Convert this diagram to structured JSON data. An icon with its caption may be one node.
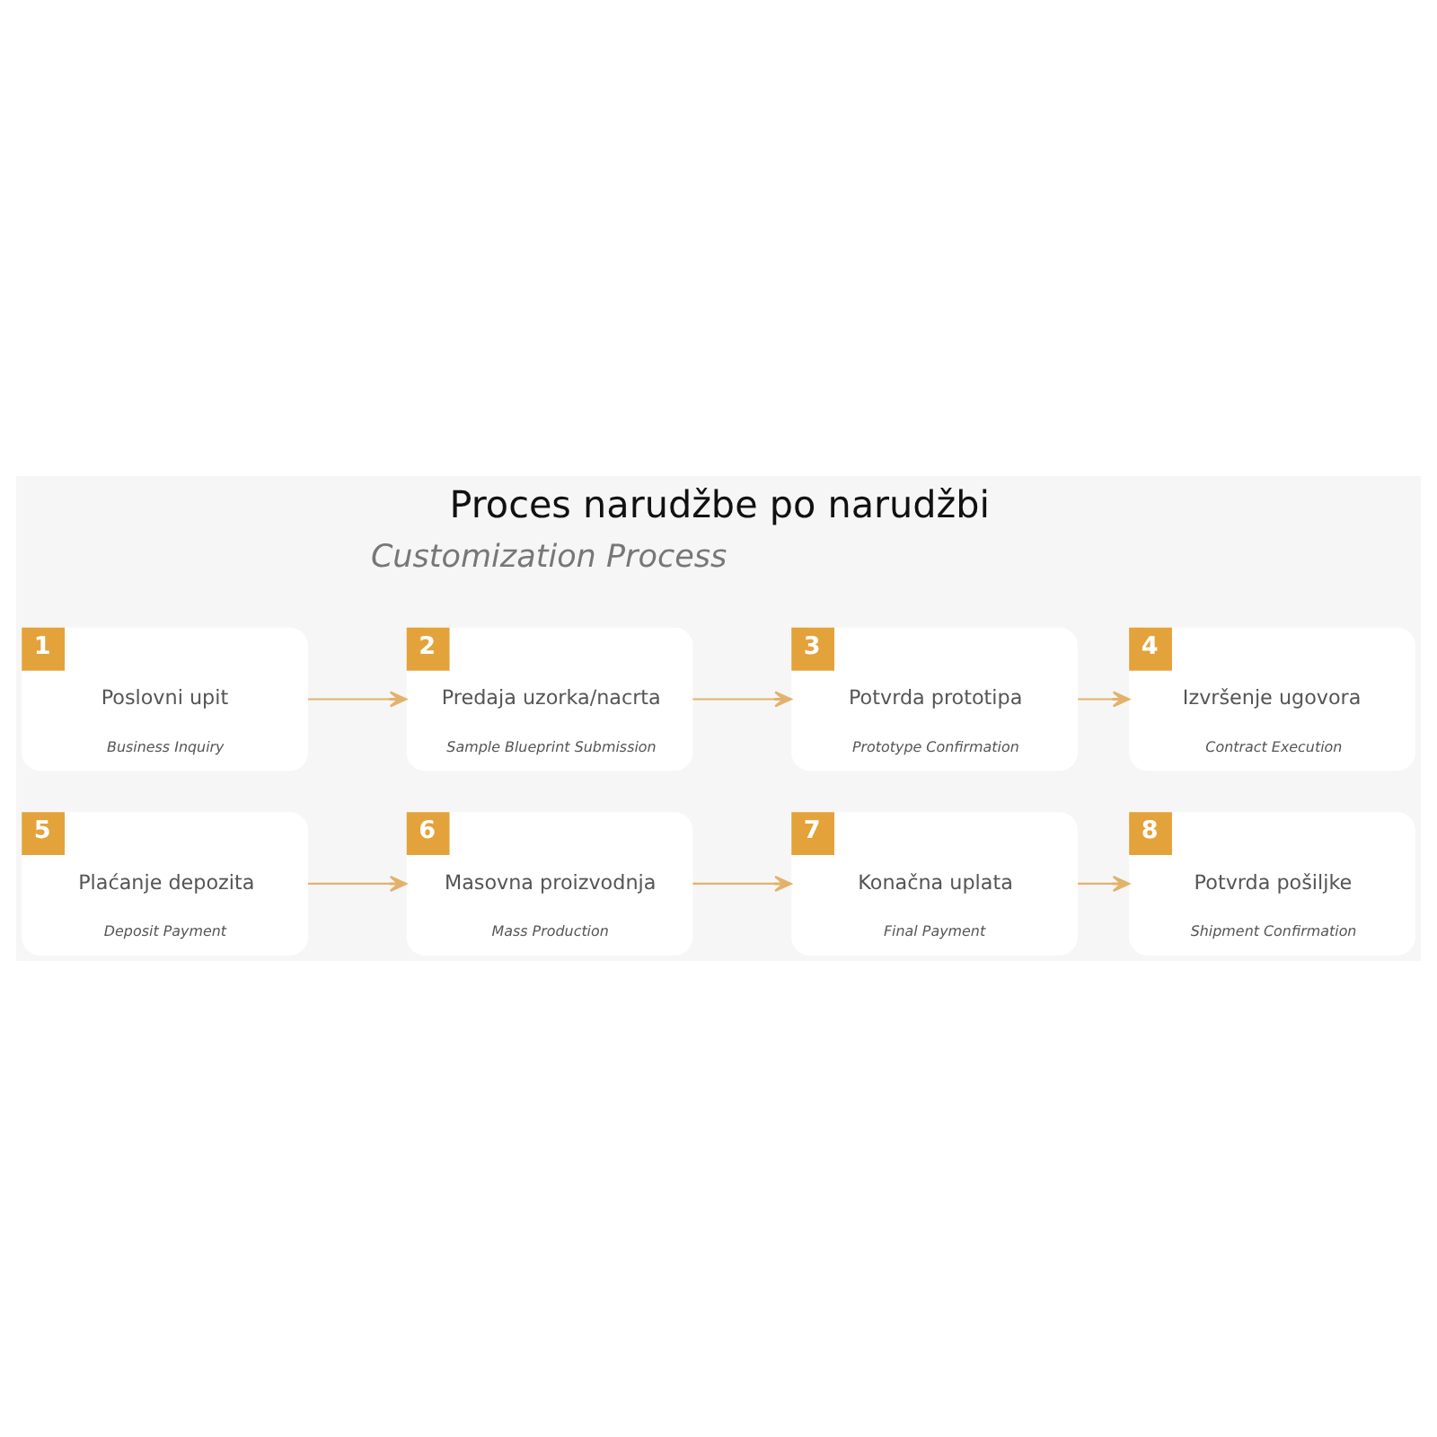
{
  "diagram": {
    "title": "Proces narudžbe po narudžbi",
    "nodes": [
      {
        "text": [
          "1",
          "Poslovni upit",
          "Business Inquiry"
        ]
      },
      {
        "text": [
          "2",
          "Predaja uzorka/nacrta",
          "Sample Blueprint Submission"
        ]
      },
      {
        "text": [
          "3",
          "Potvrda prototipa",
          "Prototype Confirmation"
        ]
      },
      {
        "text": [
          "4",
          "Izvršenje ugovora",
          "Contract Execution"
        ]
      },
      {
        "text": [
          "5",
          "Plaćanje depozita",
          "Deposit Payment"
        ]
      },
      {
        "text": [
          "6",
          "Masovna proizvodnja",
          "Mass Production"
        ]
      },
      {
        "text": [
          "7",
          "Konačna uplata",
          "Final Payment"
        ]
      },
      {
        "text": [
          "8",
          "Potvrda pošiljke",
          "Shipment Confirmation"
        ]
      }
    ],
    "edges": [
      {
        "from": 0,
        "to": 1,
        "arrow": "to"
      },
      {
        "from": 1,
        "to": 2,
        "arrow": "to"
      },
      {
        "from": 2,
        "to": 3,
        "arrow": "to"
      },
      {
        "from": 4,
        "to": 5,
        "arrow": "to"
      },
      {
        "from": 5,
        "to": 6,
        "arrow": "to"
      },
      {
        "from": 6,
        "to": 7,
        "arrow": "to"
      }
    ],
    "labels": [
      "Customization Process"
    ]
  }
}
